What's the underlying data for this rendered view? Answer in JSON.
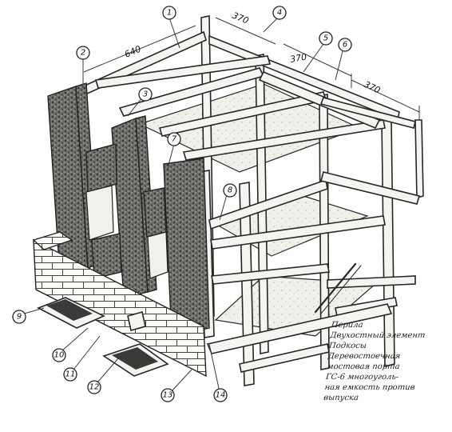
{
  "dimensions": {
    "d640": "640",
    "d370_top": "370",
    "d370_mid": "370",
    "d370_right": "370"
  },
  "callouts": [
    "1",
    "2",
    "3",
    "4",
    "5",
    "6",
    "7",
    "8",
    "9",
    "10",
    "11",
    "12",
    "13",
    "14"
  ],
  "legend": [
    "Перила",
    "Двухостный элемент",
    "Подкосы",
    "Деревостоечная",
    "мостовая порта",
    "ГС-6 многоуголь-",
    "ная емкость против",
    "выпуска"
  ]
}
